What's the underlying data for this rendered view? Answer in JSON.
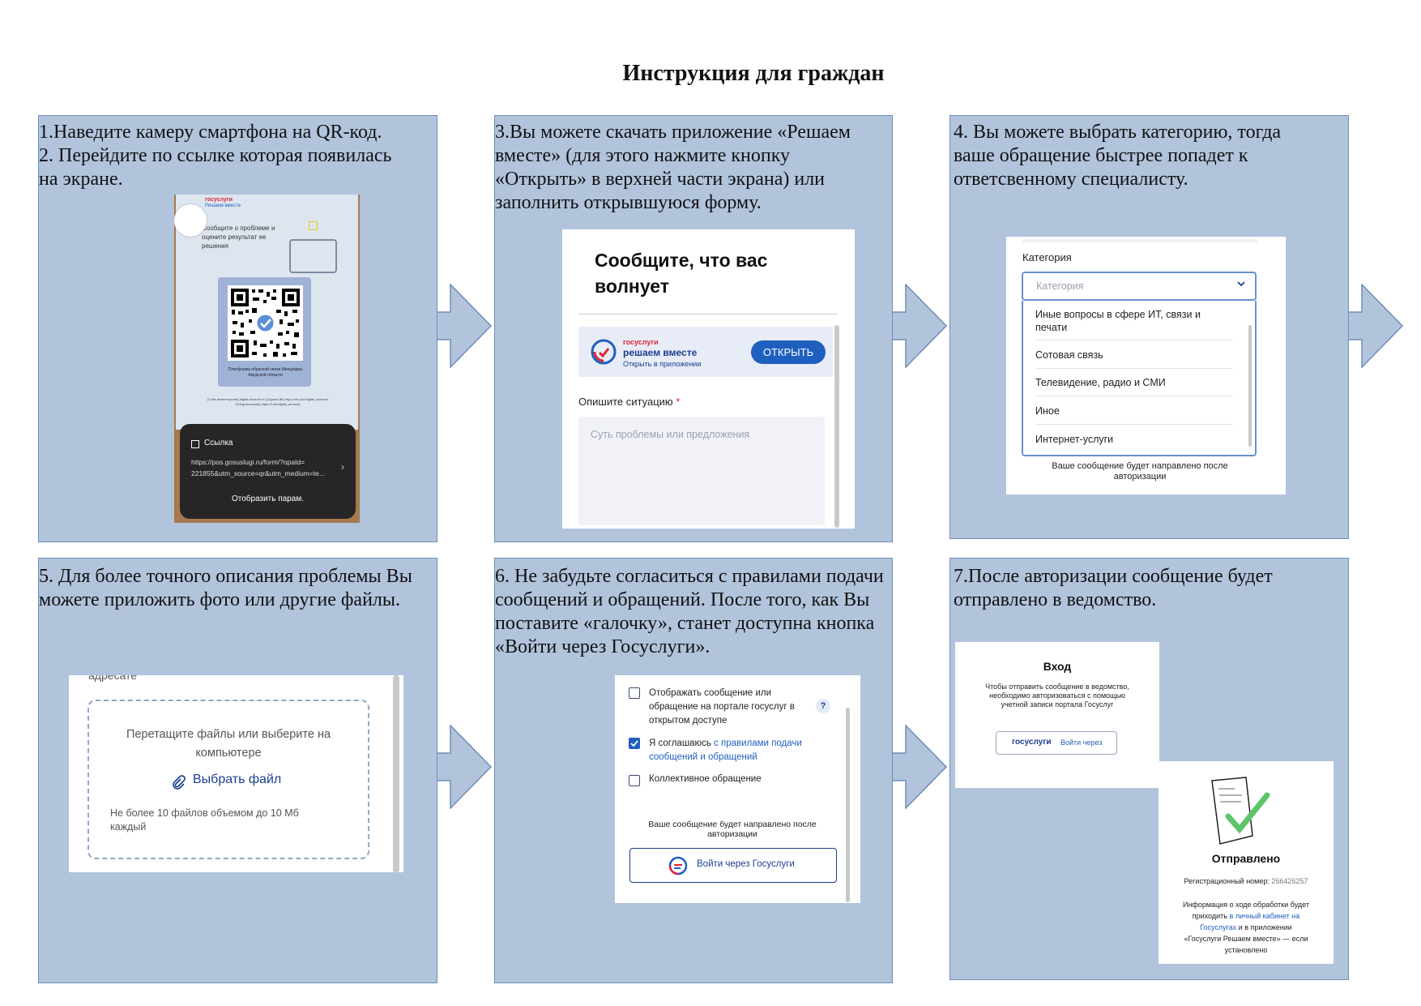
{
  "title": "Инструкция для граждан",
  "steps": {
    "s1": {
      "text": " 1.Наведите камеру смартфона на QR-код.\n 2. Перейдите по ссылке которая появилась\nна экране."
    },
    "s3": {
      "text": " 3.Вы можете скачать приложение «Решаем\nвместе» (для этого нажмите кнопку\n«Открыть» в верхней части экрана) или\nзаполнить открывшуюся форму."
    },
    "s4": {
      "text": " 4. Вы можете выбрать категорию, тогда\nваше обращение быстрее попадет к\nответсвенному специалисту."
    },
    "s5": {
      "text": " 5. Для более точного описания проблемы Вы\nможете приложить фото или другие файлы."
    },
    "s6": {
      "text": " 6. Не забудьте согласиться с правилами подачи\nсообщений и обращений. После того, как Вы\nпоставите «галочку», станет доступна кнопка\n«Войти через Госуслуги»."
    },
    "s7": {
      "text": " 7.После авторизации сообщение будет\nотправлено в ведомство."
    }
  },
  "phone": {
    "brand_top": "госуслуги",
    "brand_sub": "Решаем вместе",
    "poster_text": "Сообщите о проблеме и\nоцените результат ее\nрешения",
    "poster_footer": "Платформа обратной связи Минцифры\nАмурской области",
    "poster_links": "[Сайт министерства] digital.amurobl.ru | [Группа ВК] https://vk.com/digital_amurobl\n[Telegram-канал] https://t.me/digital_amurobl",
    "link_title": "Ссылка",
    "link_url": "https://pos.gosuslugi.ru/form/?opaId=\n221855&utm_source=qr&utm_medium=te...",
    "show_params": "Отобразить парам."
  },
  "form": {
    "heading": "Сообщите, что вас\nволнует",
    "app_brand": "госуслуги",
    "app_name": "решаем вместе",
    "app_sub": "Открыть в приложении",
    "open_button": "ОТКРЫТЬ",
    "describe_label": "Опишите ситуацию",
    "required_mark": "*",
    "describe_placeholder": "Суть проблемы или предложения"
  },
  "category": {
    "label": "Категория",
    "placeholder": "Категория",
    "options": [
      "Иные вопросы в сфере ИТ, связи и\nпечати",
      "Сотовая связь",
      "Телевидение, радио и СМИ",
      "Иное",
      "Интернет-услуги"
    ],
    "footer": "Ваше сообщение будет направлено после\nавторизации"
  },
  "upload": {
    "cut_text": "адресате",
    "drop_text": "Перетащите файлы или выберите на\nкомпьютере",
    "choose_file": "Выбрать файл",
    "limit_text": "Не более 10 файлов объемом до 10 Мб\nкаждый"
  },
  "consent": {
    "option_public": "Отображать сообщение или\nобращение на портале госуслуг в\nоткрытом доступе",
    "help": "?",
    "option_agree_prefix": "Я соглашаюсь ",
    "option_agree_link": "с правилами подачи\nсообщений и обращений",
    "option_collective": "Коллективное обращение",
    "note": "Ваше сообщение будет направлено после\nавторизации",
    "login_button": "Войти через Госуслуги"
  },
  "login": {
    "title": "Вход",
    "text": "Чтобы отправить сообщение в ведомство,\nнеобходимо авторизоваться с помощью\nучетной записи портала Госуслуг",
    "brand": "госуслуги",
    "button": "Войти через"
  },
  "sent": {
    "title": "Отправлено",
    "reg_label": "Регистрационный номер: ",
    "reg_number": "266426257",
    "info_1": "Информация о ходе обработки будет\nприходить ",
    "info_link": "в личный кабинет на\nГосуслугах",
    "info_2": " и в приложении\n«Госуслуги Решаем вместе» — если\nустановлено"
  },
  "colors": {
    "panel_bg": "#b2c4dc",
    "panel_border": "#6f8db5",
    "arrow_fill": "#b2c4dc",
    "accent_blue": "#1f5fbf",
    "brand_red": "#e0263b"
  }
}
